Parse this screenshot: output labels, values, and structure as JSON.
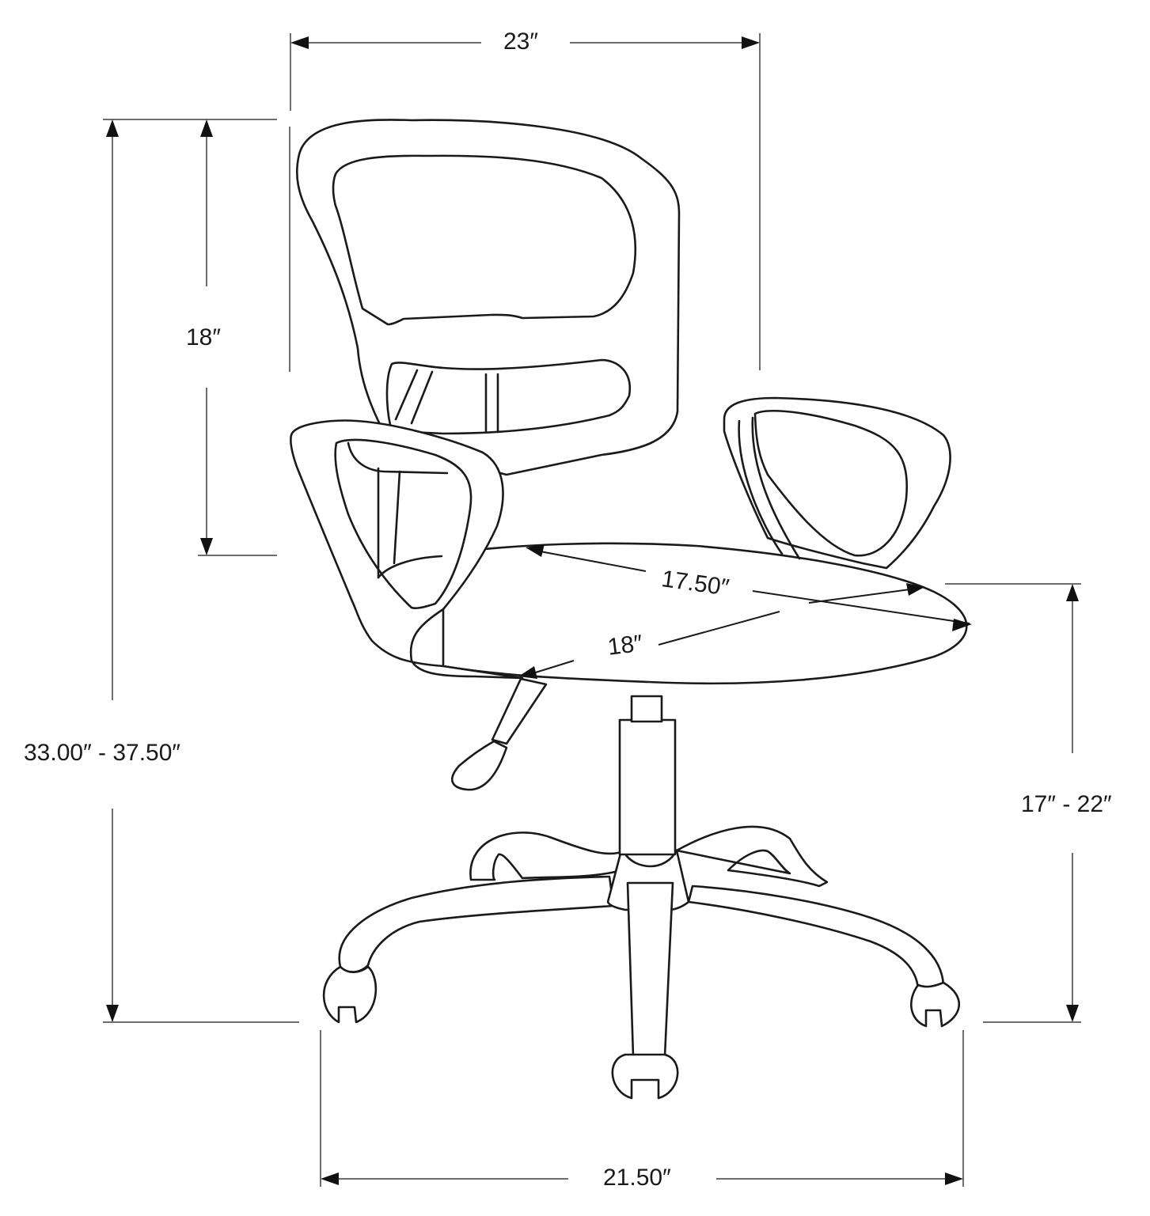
{
  "diagram": {
    "subject": "Office chair",
    "line_color": "#1a1a1a",
    "dimension_line_color": "#6d6d6d",
    "background": "#ffffff"
  },
  "dimensions": {
    "overall_width": "23″",
    "backrest_height": "18″",
    "overall_height": "33.00″ - 37.50″",
    "seat_depth": "17.50″",
    "seat_width": "18″",
    "seat_height": "17″ - 22″",
    "base_width": "21.50″"
  }
}
